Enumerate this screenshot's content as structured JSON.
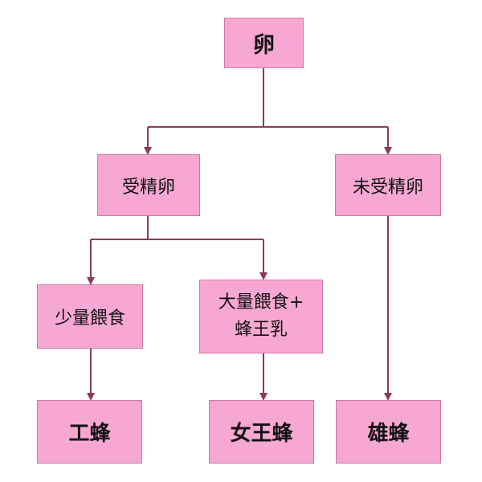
{
  "colors": {
    "node_fill": "#f7a8d2",
    "node_border": "#c97aa6",
    "connector": "#8b3a5e"
  },
  "nodes": {
    "egg": "卵",
    "fertilized_egg": "受精卵",
    "unfertilized_egg": "未受精卵",
    "little_feeding": "少量餵食",
    "much_feeding_royal_jelly": "大量餵食+\n蜂王乳",
    "worker_bee": "工蜂",
    "queen_bee": "女王蜂",
    "drone": "雄蜂"
  }
}
